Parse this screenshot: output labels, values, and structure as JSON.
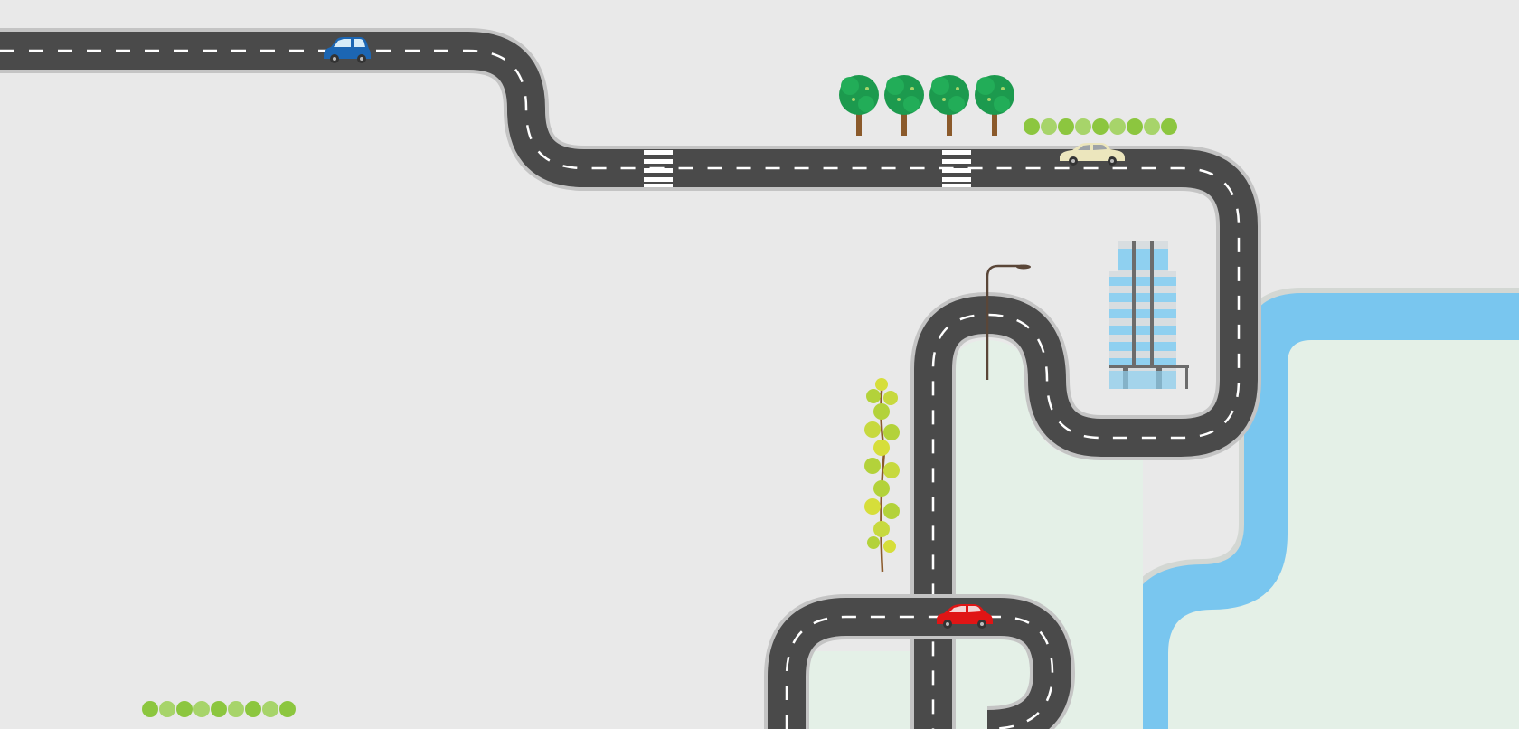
{
  "scene": {
    "background": "#e9e9e9",
    "road_color": "#4a4a4a",
    "road_edge_color": "#c4c4c4",
    "lane_marking_color": "#ffffff",
    "water_color": "#79c6ef",
    "water_bank_color": "#d3d7d3",
    "grass_color": "#e4f0e7"
  },
  "vehicles": [
    {
      "name": "blue-car",
      "color": "#1c66b3"
    },
    {
      "name": "cream-car",
      "color": "#ece6bd"
    },
    {
      "name": "red-car",
      "color": "#e01515"
    }
  ],
  "trees": {
    "leaf_color": "#1c9a4e",
    "trunk_color": "#8b5a2b",
    "count": 4
  },
  "tall_tree": {
    "leaf_color": "#b3d23a"
  },
  "hedges": {
    "colors": [
      "#8cc63f",
      "#a7d46a"
    ]
  },
  "building": {
    "glass_color": "#8fd0f0",
    "frame_color": "#d8dde0"
  },
  "street_lamp": {
    "color": "#5a4638"
  }
}
